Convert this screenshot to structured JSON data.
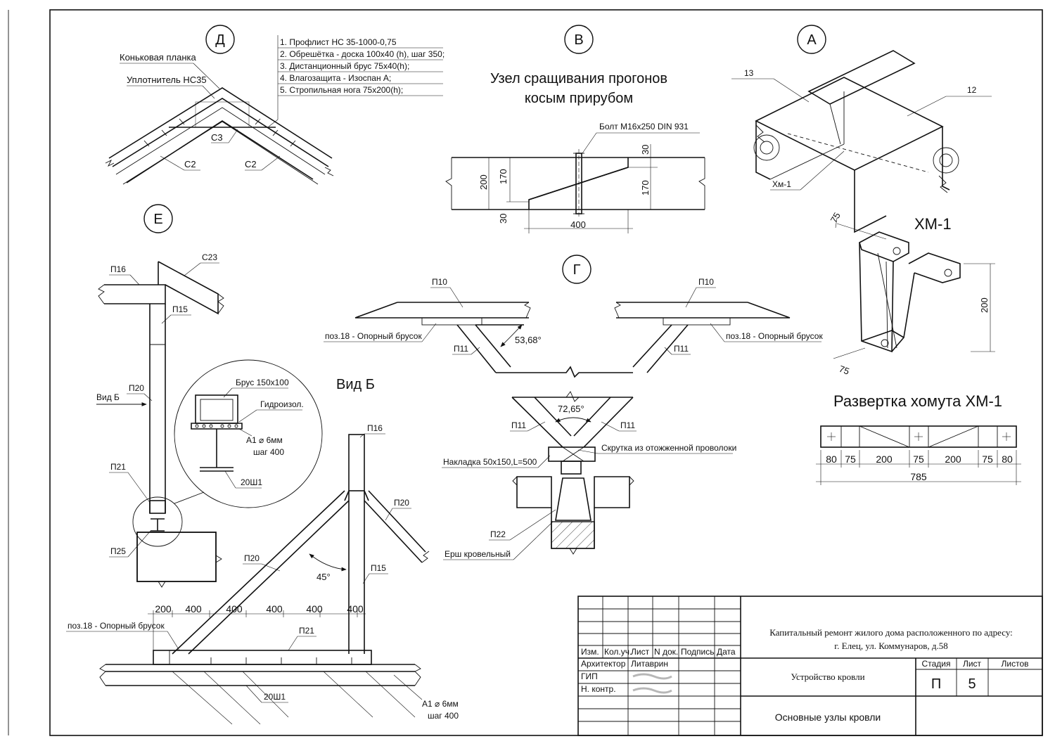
{
  "views": {
    "D": {
      "letter": "Д",
      "ridge_label": "Коньковая планка",
      "seal_label": "Уплотнитель НС35",
      "legend": [
        "1. Профлист НС 35-1000-0,75",
        "2. Обрешётка - доска 100х40 (h), шаг 350;",
        "3. Дистанционный брус 75х40(h);",
        "4. Влагозащита - Изоспан А;",
        "5. Стропильная нога 75х200(h);"
      ],
      "c3": "С3",
      "c2_left": "С2",
      "c2_right": "С2"
    },
    "V": {
      "letter": "В",
      "title_line1": "Узел сращивания прогонов",
      "title_line2": "косым прирубом",
      "bolt": "Болт М16х250 DIN 931",
      "dim_200": "200",
      "dim_170_left": "170",
      "dim_30_left": "30",
      "dim_30_right": "30",
      "dim_170_right": "170",
      "dim_400": "400"
    },
    "A": {
      "letter": "А",
      "label_13": "13",
      "label_12": "12",
      "label_xm": "Хм-1"
    },
    "XM1": {
      "title": "ХМ-1",
      "dim_75_top": "75",
      "dim_75_bottom": "75",
      "dim_200": "200",
      "development_title": "Развертка хомута ХМ-1",
      "development_dims": [
        "80",
        "75",
        "200",
        "75",
        "200",
        "75",
        "80"
      ],
      "development_total": "785"
    },
    "E": {
      "letter": "Е",
      "p16": "П16",
      "c23": "С23",
      "p15": "П15",
      "p20": "П20",
      "vid_b_arrow": "Вид Б",
      "p21": "П21",
      "p25": "П25",
      "beam": "Брус 150х100",
      "waterproof": "Гидроизол.",
      "rebar": "А1 ⌀ 6мм",
      "step": "шаг 400",
      "ibeam": "20Ш1"
    },
    "G": {
      "letter": "Г",
      "p10_left": "П10",
      "p10_right": "П10",
      "support_left": "поз.18 - Опорный брусок",
      "support_right": "поз.18 - Опорный брусок",
      "p11_left": "П11",
      "p11_right": "П11",
      "angle": "53,68°",
      "angle2": "72,65°",
      "p11_a": "П11",
      "p11_b": "П11",
      "wire": "Скрутка из отожженной проволоки",
      "plate": "Накладка 50х150,L=500",
      "p22": "П22",
      "ruff": "Ерш кровельный"
    },
    "B": {
      "title": "Вид Б",
      "p16": "П16",
      "p20_right": "П20",
      "p20_left": "П20",
      "p15": "П15",
      "angle": "45°",
      "dims": [
        "200",
        "400",
        "400",
        "400",
        "400",
        "400"
      ],
      "support": "поз.18 - Опорный брусок",
      "p21": "П21",
      "ibeam": "20Ш1",
      "rebar": "А1 ⌀ 6мм",
      "step": "шаг 400"
    }
  },
  "title_block": {
    "columns": [
      "Изм.",
      "Кол.уч.",
      "Лист",
      "N док.",
      "Подпись",
      "Дата"
    ],
    "roles": [
      "Архитектор",
      "ГИП",
      "Н. контр."
    ],
    "architect_name": "Литаврин",
    "project_line1": "Капитальный ремонт жилого дома расположенного по адресу:",
    "project_line2": "г. Елец, ул. Коммунаров, д.58",
    "section": "Устройство кровли",
    "drawing": "Основные узлы кровли",
    "stage_header": "Стадия",
    "sheet_header": "Лист",
    "sheets_header": "Листов",
    "stage": "П",
    "sheet": "5",
    "sheets": ""
  }
}
